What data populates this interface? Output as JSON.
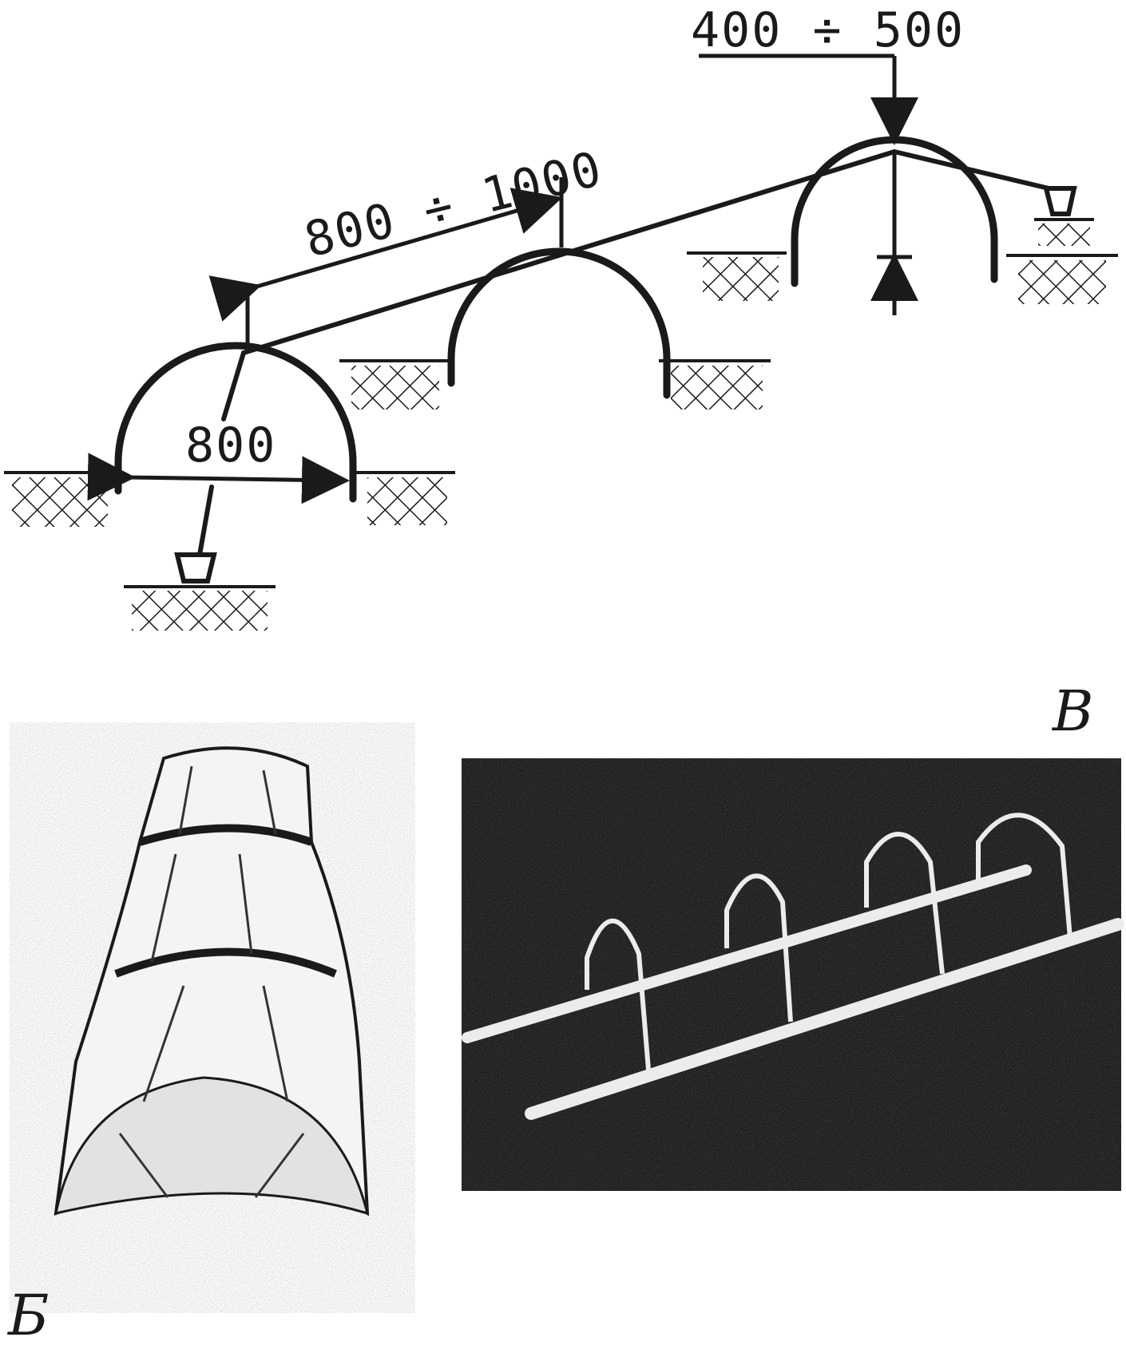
{
  "diagram": {
    "dimensions": {
      "height_range": "400 ÷ 500",
      "spacing_range": "800 ÷ 1000",
      "span": "800"
    },
    "panel_labels": {
      "b": "Б",
      "v": "В"
    }
  }
}
